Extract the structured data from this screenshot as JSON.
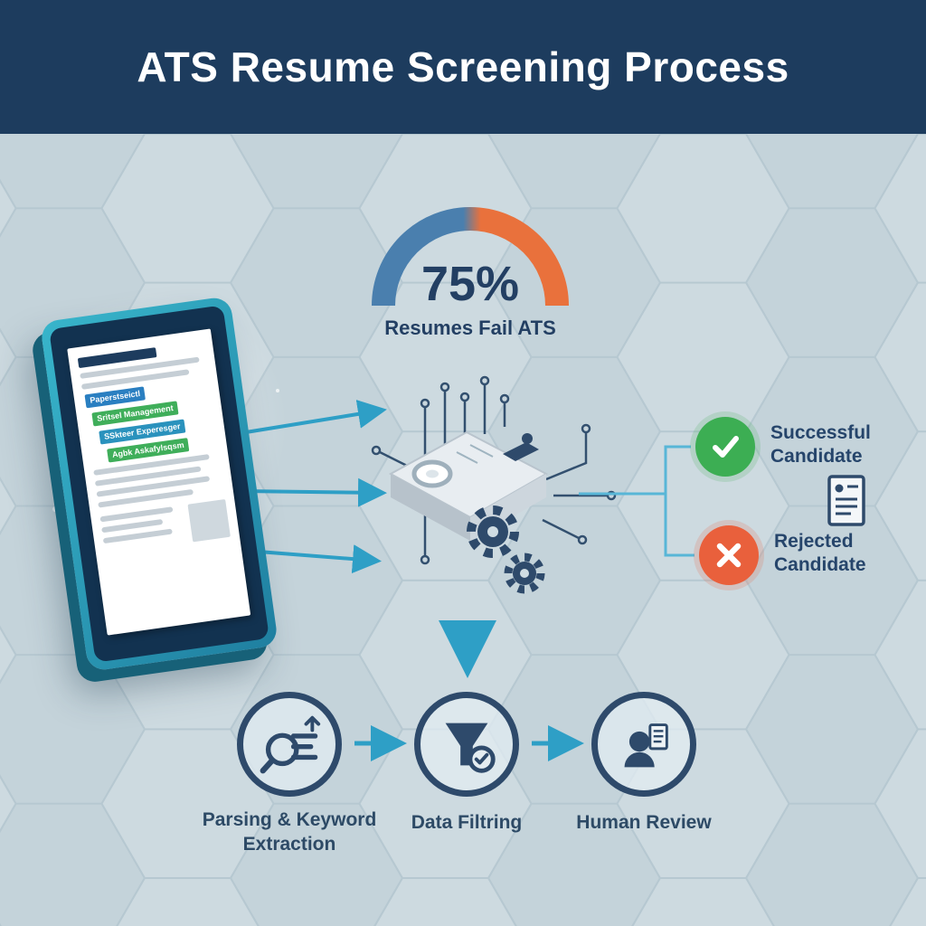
{
  "header": {
    "title": "ATS Resume Screening Process"
  },
  "gauge": {
    "value": "75%",
    "caption": "Resumes Fail ATS",
    "color_left": "#4a7fae",
    "color_right": "#e9713c"
  },
  "resume_doc": {
    "tags": [
      {
        "label": "Paperstseictl",
        "color": "#2a7fc1"
      },
      {
        "label": "Sritsel Management",
        "color": "#3fae5a"
      },
      {
        "label": "SSkteer Experesger",
        "color": "#2a92bd"
      },
      {
        "label": "Agbk Askafylsqsm",
        "color": "#3fae5a"
      }
    ]
  },
  "outcomes": {
    "success_label": "Successful Candidate",
    "success_color": "#3cae53",
    "rejected_label": "Rejected Candidate",
    "rejected_color": "#e9603c"
  },
  "steps": [
    {
      "label": "Parsing & Keyword Extraction",
      "icon": "magnifier-icon"
    },
    {
      "label": "Data Filtring",
      "icon": "funnel-icon"
    },
    {
      "label": "Human Review",
      "icon": "person-icon"
    }
  ],
  "colors": {
    "header_bg": "#1d3c5e",
    "background": "#c9d6dd",
    "arrow_blue": "#2e9fc6",
    "connector_blue": "#58b6d7",
    "icon_navy": "#2e4a6b",
    "text_navy": "#26456b",
    "tablet_teal": "#2aa6bd"
  }
}
